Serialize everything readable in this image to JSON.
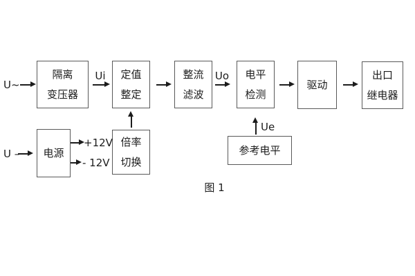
{
  "diagram": {
    "caption": "图 1",
    "inputs": {
      "ac": "U~",
      "dc": "U –"
    },
    "signals": {
      "ui": "Ui",
      "uo": "Uo",
      "ue": "Ue",
      "plus_rail": "+12V",
      "minus_rail": "- 12V"
    },
    "blocks": {
      "isolation_transformer": {
        "line1": "隔离",
        "line2": "变压器"
      },
      "value_setting": {
        "line1": "定值",
        "line2": "整定"
      },
      "rectifier_filter": {
        "line1": "整流",
        "line2": "滤波"
      },
      "level_detection": {
        "line1": "电平",
        "line2": "检测"
      },
      "drive": {
        "label": "驱动"
      },
      "output_relay": {
        "line1": "出口",
        "line2": "继电器"
      },
      "power_supply": {
        "label": "电源"
      },
      "ratio_switch": {
        "line1": "倍率",
        "line2": "切换"
      },
      "reference_level": {
        "label": "参考电平"
      }
    },
    "colors": {
      "background": "#ffffff",
      "box_border": "#585858",
      "text": "#1c1c1c",
      "arrow": "#1c1c1c"
    }
  }
}
